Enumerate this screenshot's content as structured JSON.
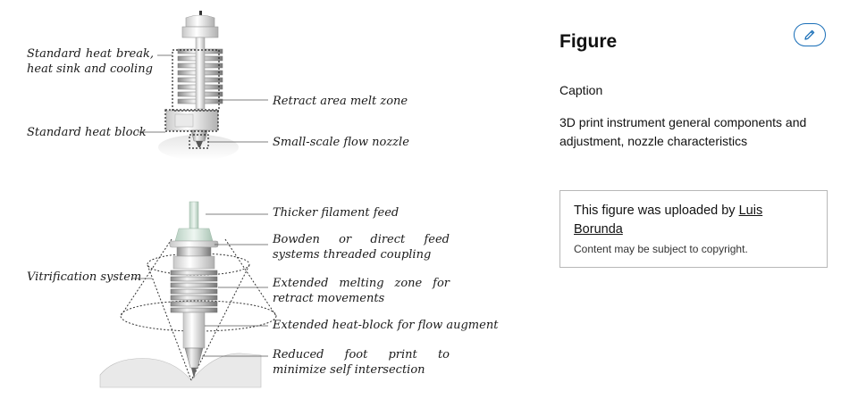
{
  "figure": {
    "labels": {
      "heat_break": "Standard heat break, heat sink and cooling",
      "heat_block": "Standard heat block",
      "retract_zone": "Retract area melt zone",
      "flow_nozzle": "Small-scale flow nozzle",
      "filament_feed": "Thicker filament feed",
      "bowden": "Bowden or direct feed systems threaded coupling",
      "vitrification": "Vitrification system",
      "melting_zone": "Extended melting zone for retract movements",
      "heat_block_ext": "Extended heat-block for flow augment",
      "footprint": "Reduced foot print to minimize self intersection"
    }
  },
  "info": {
    "title": "Figure",
    "edit_icon": "pencil-icon",
    "caption_label": "Caption",
    "caption_text": "3D print instrument general components and adjustment, nozzle characteristics",
    "upload_prefix": "This figure was uploaded by",
    "uploader": "Luis Borunda",
    "copyright_note": "Content may be subject to copyright."
  },
  "colors": {
    "accent": "#1a6fb8",
    "border": "#b8b8b8"
  }
}
